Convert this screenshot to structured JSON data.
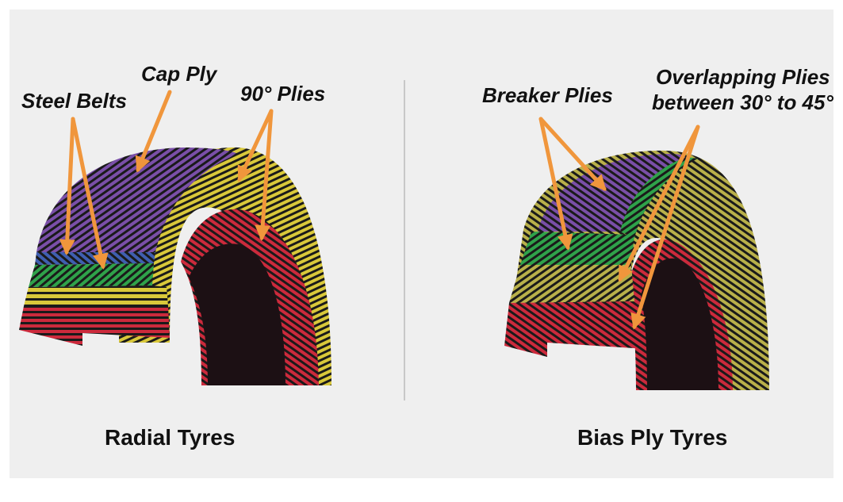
{
  "radial": {
    "title": "Radial Tyres",
    "labels": {
      "steel_belts": "Steel Belts",
      "cap_ply": "Cap Ply",
      "plies_90": "90° Plies"
    }
  },
  "bias": {
    "title": "Bias Ply Tyres",
    "labels": {
      "breaker_plies": "Breaker Plies",
      "overlapping_line1": "Overlapping Plies",
      "overlapping_line2": "between 30° to 45°"
    }
  },
  "colors": {
    "background": "#efefef",
    "arrow": "#f0963c",
    "purple": "#7a4fa8",
    "blue": "#3f5fb0",
    "green": "#2fa24a",
    "yellow": "#d9c83a",
    "olive": "#b9b04a",
    "red": "#cc2a3c",
    "dark": "#1a1a1a"
  }
}
